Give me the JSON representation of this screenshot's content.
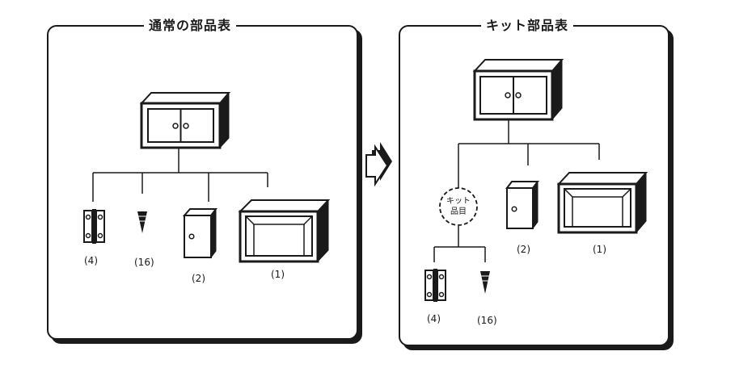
{
  "left_panel": {
    "title": "通常の部品表",
    "quantities": {
      "hinge": "(4)",
      "screw": "(16)",
      "door": "(2)",
      "body": "(1)"
    }
  },
  "right_panel": {
    "title": "キット部品表",
    "kit_item_label": "キット品目",
    "quantities": {
      "door": "(2)",
      "body": "(1)",
      "hinge": "(4)",
      "screw": "(16)"
    }
  }
}
